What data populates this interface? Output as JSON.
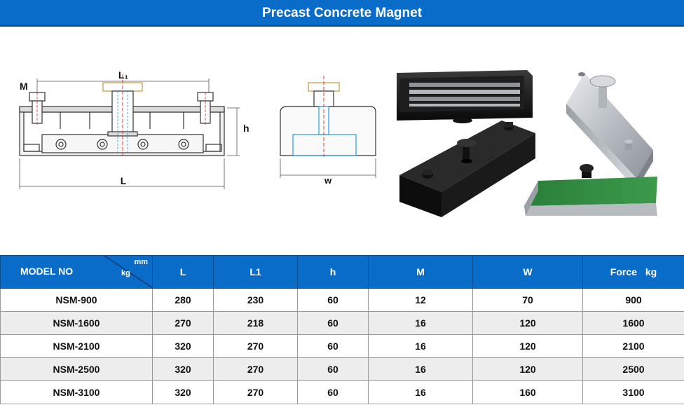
{
  "page": {
    "title": "Precast Concrete Magnet"
  },
  "drawing": {
    "labels": {
      "M": "M",
      "L1": "L₁",
      "h": "h",
      "L": "L",
      "w": "w"
    }
  },
  "photos": [
    {
      "name": "black-magnet-top-view"
    },
    {
      "name": "black-magnet-with-knob"
    },
    {
      "name": "silver-magnet-with-knob"
    },
    {
      "name": "green-top-magnet"
    }
  ],
  "table": {
    "header": {
      "model": "MODEL NO",
      "unit_mm": "mm",
      "unit_kg": "kg",
      "columns": [
        "L",
        "L1",
        "h",
        "M",
        "W"
      ],
      "force": "Force",
      "force_unit": "kg"
    },
    "rows": [
      {
        "model": "NSM-900",
        "L": "280",
        "L1": "230",
        "h": "60",
        "M": "12",
        "W": "70",
        "force": "900"
      },
      {
        "model": "NSM-1600",
        "L": "270",
        "L1": "218",
        "h": "60",
        "M": "16",
        "W": "120",
        "force": "1600"
      },
      {
        "model": "NSM-2100",
        "L": "320",
        "L1": "270",
        "h": "60",
        "M": "16",
        "W": "120",
        "force": "2100"
      },
      {
        "model": "NSM-2500",
        "L": "320",
        "L1": "270",
        "h": "60",
        "M": "16",
        "W": "120",
        "force": "2500"
      },
      {
        "model": "NSM-3100",
        "L": "320",
        "L1": "270",
        "h": "60",
        "M": "16",
        "W": "160",
        "force": "3100"
      }
    ]
  },
  "colors": {
    "header_blue": "#0a6cc9",
    "row_alt": "#ededed",
    "magnet_green": "#2e8b3e",
    "magnet_black": "#141414"
  }
}
